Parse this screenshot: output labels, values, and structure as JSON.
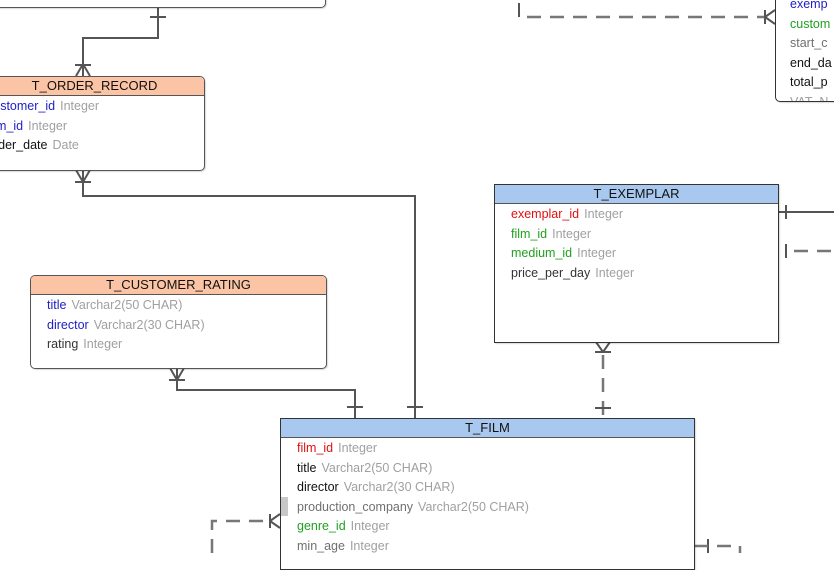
{
  "tables": {
    "order_record": {
      "title": "T_ORDER_RECORD",
      "header_color": "#fbc4a4",
      "columns": [
        {
          "name": "customer_id",
          "type": "Integer",
          "role": "fk"
        },
        {
          "name": "film_id",
          "type": "Integer",
          "role": "fk"
        },
        {
          "name": "order_date",
          "type": "Date",
          "role": "normal"
        }
      ]
    },
    "customer_rating": {
      "title": "T_CUSTOMER_RATING",
      "header_color": "#fbc4a4",
      "columns": [
        {
          "name": "title",
          "type": "Varchar2(50 CHAR)",
          "role": "fk"
        },
        {
          "name": "director",
          "type": "Varchar2(30 CHAR)",
          "role": "fk"
        },
        {
          "name": "rating",
          "type": "Integer",
          "role": "normal"
        }
      ]
    },
    "exemplar": {
      "title": "T_EXEMPLAR",
      "header_color": "#a8c8f0",
      "columns": [
        {
          "name": "exemplar_id",
          "type": "Integer",
          "role": "pk"
        },
        {
          "name": "film_id",
          "type": "Integer",
          "role": "fk-green"
        },
        {
          "name": "medium_id",
          "type": "Integer",
          "role": "fk-green"
        },
        {
          "name": "price_per_day",
          "type": "Integer",
          "role": "normal"
        }
      ]
    },
    "film": {
      "title": "T_FILM",
      "header_color": "#a8c8f0",
      "columns": [
        {
          "name": "film_id",
          "type": "Integer",
          "role": "pk"
        },
        {
          "name": "title",
          "type": "Varchar2(50 CHAR)",
          "role": "normal"
        },
        {
          "name": "director",
          "type": "Varchar2(30 CHAR)",
          "role": "normal"
        },
        {
          "name": "production_company",
          "type": "Varchar2(50 CHAR)",
          "role": "optional"
        },
        {
          "name": "genre_id",
          "type": "Integer",
          "role": "fk-green"
        },
        {
          "name": "min_age",
          "type": "Integer",
          "role": "optional"
        }
      ]
    },
    "top_right": {
      "columns": [
        {
          "name": "exemp",
          "role": "fk"
        },
        {
          "name": "custom",
          "role": "fk-green"
        },
        {
          "name": "start_c",
          "role": "optional"
        },
        {
          "name": "end_da",
          "role": "normal"
        },
        {
          "name": "total_p",
          "role": "normal"
        },
        {
          "name": "VAT_N",
          "role": "optional"
        }
      ]
    }
  }
}
